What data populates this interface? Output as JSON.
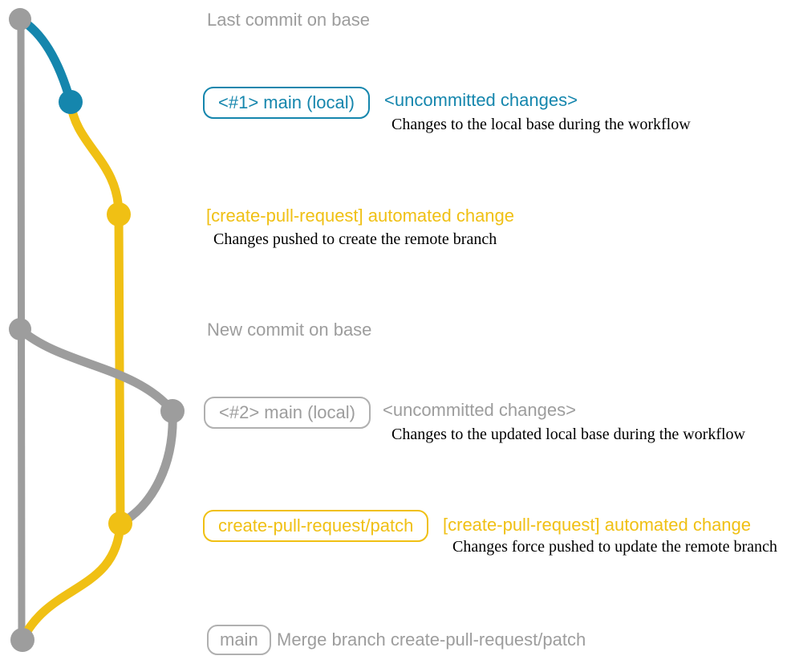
{
  "colors": {
    "gray": "#9d9d9d",
    "teal": "#1586ad",
    "yellow": "#f0c014",
    "note_text": "#000000",
    "background": "#ffffff"
  },
  "graph": {
    "commit_dots": [
      {
        "name": "last-commit-on-base",
        "color": "gray"
      },
      {
        "name": "uncommitted-changes-1",
        "color": "teal"
      },
      {
        "name": "automated-change-1",
        "color": "yellow"
      },
      {
        "name": "new-commit-on-base",
        "color": "gray"
      },
      {
        "name": "uncommitted-changes-2",
        "color": "gray"
      },
      {
        "name": "automated-change-2",
        "color": "yellow"
      },
      {
        "name": "merge-commit",
        "color": "gray"
      }
    ]
  },
  "annotations": {
    "last_commit": {
      "text": "Last commit on base"
    },
    "row1": {
      "badge": "<#1> main (local)",
      "heading": "<uncommitted changes>",
      "note": "Changes to the local base during the workflow"
    },
    "row2": {
      "heading": "[create-pull-request] automated change",
      "note": "Changes pushed to create the remote branch"
    },
    "new_commit": {
      "text": "New commit on base"
    },
    "row3": {
      "badge": "<#2> main (local)",
      "heading": "<uncommitted changes>",
      "note": "Changes to the updated local base during the workflow"
    },
    "row4": {
      "badge": "create-pull-request/patch",
      "heading": "[create-pull-request] automated change",
      "note": "Changes force pushed to update the remote branch"
    },
    "row5": {
      "badge": "main",
      "text": "Merge branch create-pull-request/patch"
    }
  }
}
